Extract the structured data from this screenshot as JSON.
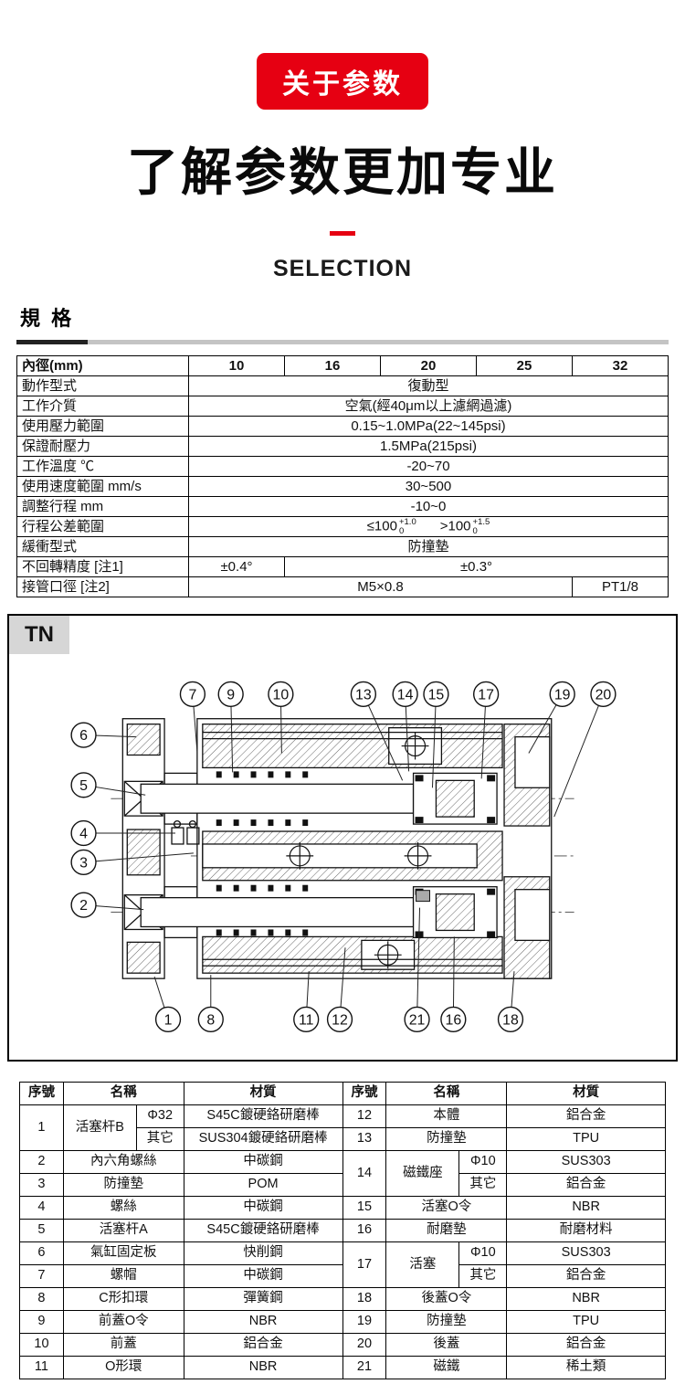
{
  "page": {
    "badge": "关于参数",
    "title": "了解参数更加专业",
    "selection": "SELECTION",
    "spec_heading": "規 格"
  },
  "spec": {
    "bore_label": "內徑(mm)",
    "bores": [
      "10",
      "16",
      "20",
      "25",
      "32"
    ],
    "rows": [
      {
        "label": "動作型式",
        "value": "復動型"
      },
      {
        "label": "工作介質",
        "value": "空氣(經40μm以上濾網過濾)"
      },
      {
        "label": "使用壓力範圍",
        "value": "0.15~1.0MPa(22~145psi)"
      },
      {
        "label": "保證耐壓力",
        "value": "1.5MPa(215psi)"
      },
      {
        "label": "工作溫度 ℃",
        "value": "-20~70"
      },
      {
        "label": "使用速度範圍 mm/s",
        "value": "30~500"
      },
      {
        "label": "調整行程 mm",
        "value": "-10~0"
      },
      {
        "label": "緩衝型式",
        "value": "防撞墊"
      }
    ],
    "tolerance": {
      "label": "行程公差範圍",
      "le": "≤100",
      "le_sup": "+1.0",
      "le_sub": "0",
      "gt": ">100",
      "gt_sup": "+1.5",
      "gt_sub": "0"
    },
    "rotation": {
      "label": "不回轉精度 [注1]",
      "v1": "±0.4°",
      "v2": "±0.3°"
    },
    "port": {
      "label": "接管口徑 [注2]",
      "v1": "M5×0.8",
      "v2": "PT1/8"
    }
  },
  "diagram": {
    "series": "TN",
    "callouts": {
      "top": [
        "7",
        "9",
        "10",
        "13",
        "14",
        "15",
        "17",
        "19",
        "20"
      ],
      "left": [
        "6",
        "5",
        "4",
        "3",
        "2"
      ],
      "bottom": [
        "1",
        "8",
        "11",
        "12",
        "21",
        "16",
        "18"
      ]
    }
  },
  "parts": {
    "headers": [
      "序號",
      "名稱",
      "材質"
    ],
    "left": [
      {
        "num": "1",
        "name": "活塞杆B",
        "sub1": "Φ32",
        "mat1": "S45C鍍硬鉻研磨棒",
        "sub2": "其它",
        "mat2": "SUS304鍍硬鉻研磨棒"
      },
      {
        "num": "2",
        "name": "內六角螺絲",
        "mat": "中碳鋼"
      },
      {
        "num": "3",
        "name": "防撞墊",
        "mat": "POM"
      },
      {
        "num": "4",
        "name": "螺絲",
        "mat": "中碳鋼"
      },
      {
        "num": "5",
        "name": "活塞杆A",
        "mat": "S45C鍍硬鉻研磨棒"
      },
      {
        "num": "6",
        "name": "氣缸固定板",
        "mat": "快削鋼"
      },
      {
        "num": "7",
        "name": "螺帽",
        "mat": "中碳鋼"
      },
      {
        "num": "8",
        "name": "C形扣環",
        "mat": "彈簧鋼"
      },
      {
        "num": "9",
        "name": "前蓋O令",
        "mat": "NBR"
      },
      {
        "num": "10",
        "name": "前蓋",
        "mat": "鋁合金"
      },
      {
        "num": "11",
        "name": "O形環",
        "mat": "NBR"
      }
    ],
    "right": [
      {
        "num": "12",
        "name": "本體",
        "mat": "鋁合金"
      },
      {
        "num": "13",
        "name": "防撞墊",
        "mat": "TPU"
      },
      {
        "num": "14",
        "name": "磁鐵座",
        "sub1": "Φ10",
        "mat1": "SUS303",
        "sub2": "其它",
        "mat2": "鋁合金"
      },
      {
        "num": "15",
        "name": "活塞O令",
        "mat": "NBR"
      },
      {
        "num": "16",
        "name": "耐磨墊",
        "mat": "耐磨材料"
      },
      {
        "num": "17",
        "name": "活塞",
        "sub1": "Φ10",
        "mat1": "SUS303",
        "sub2": "其它",
        "mat2": "鋁合金"
      },
      {
        "num": "18",
        "name": "後蓋O令",
        "mat": "NBR"
      },
      {
        "num": "19",
        "name": "防撞墊",
        "mat": "TPU"
      },
      {
        "num": "20",
        "name": "後蓋",
        "mat": "鋁合金"
      },
      {
        "num": "21",
        "name": "磁鐵",
        "mat": "稀土類"
      }
    ]
  }
}
